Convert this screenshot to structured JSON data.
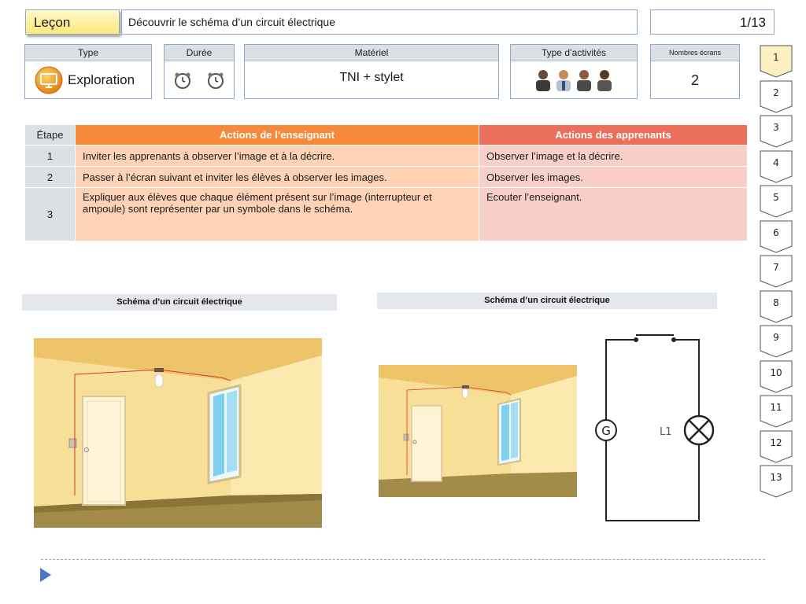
{
  "header": {
    "lesson_label": "Leçon",
    "title": "Découvrir le schéma d’un circuit électrique",
    "page": "1/13"
  },
  "info": {
    "type_label": "Type",
    "type_value": "Exploration",
    "duree_label": "Durée",
    "materiel_label": "Matériel",
    "materiel_value": "TNI + stylet",
    "activites_label": "Type d’activités",
    "ecrans_label": "Nombres écrans",
    "ecrans_value": "2"
  },
  "table": {
    "headers": [
      "Étape",
      "Actions de l’enseignant",
      "Actions des apprenants"
    ],
    "rows": [
      {
        "num": "1",
        "teacher": "Inviter les apprenants à observer l’image et à la décrire.",
        "learner": "Observer l’image et la décrire."
      },
      {
        "num": "2",
        "teacher": "Passer à l’écran suivant et inviter les élèves à observer les images.",
        "learner": "Observer les images."
      },
      {
        "num": "3",
        "teacher": "Expliquer aux élèves que chaque élément présent sur l’image (interrupteur et ampoule) sont représenter par un symbole dans le schéma.",
        "learner": "Ecouter l’enseignant."
      }
    ]
  },
  "captions": {
    "left": "Schéma d’un circuit électrique",
    "right": "Schéma d’un circuit électrique"
  },
  "schematic": {
    "lamp_label": "L1",
    "generator_label": "G"
  },
  "tabs": [
    "1",
    "2",
    "3",
    "4",
    "5",
    "6",
    "7",
    "8",
    "9",
    "10",
    "11",
    "12",
    "13"
  ],
  "colors": {
    "teacher_header": "#f7893b",
    "learner_header": "#ec6f5c",
    "active_tab": "#fdf0c0"
  }
}
